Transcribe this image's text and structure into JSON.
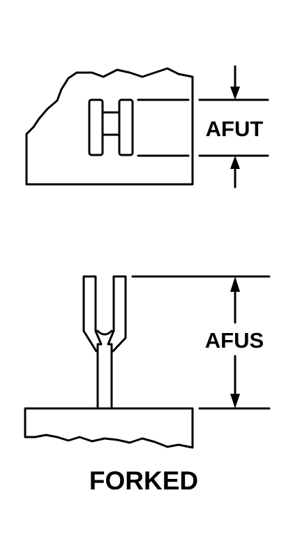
{
  "labels": {
    "afut": "AFUT",
    "afus": "AFUS",
    "caption": "FORKED"
  },
  "colors": {
    "line": "#000000",
    "background": "#ffffff"
  }
}
